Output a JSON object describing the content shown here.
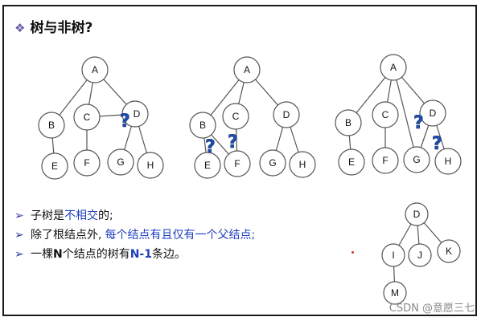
{
  "title": "树与非树?",
  "bullet_icon": "diamond-cluster-icon",
  "accent_color": "#1f3fbf",
  "question_color": "#1f4fb0",
  "bullets": [
    {
      "parts": [
        "子树是",
        "不相交",
        "的;"
      ]
    },
    {
      "parts": [
        "除了根结点外,",
        "每个结点有且仅有一个父结点",
        ";"
      ]
    },
    {
      "parts": [
        "一棵",
        "N",
        "个结点的树有",
        "N-1",
        "条边。"
      ]
    }
  ],
  "question_mark": "?",
  "watermark": "CSDN @意愿三七",
  "diagrams": {
    "graph1": {
      "A": "A",
      "B": "B",
      "C": "C",
      "D": "D",
      "E": "E",
      "F": "F",
      "G": "G",
      "H": "H"
    },
    "graph2": {
      "A": "A",
      "B": "B",
      "C": "C",
      "D": "D",
      "E": "E",
      "F": "F",
      "G": "G",
      "H": "H"
    },
    "graph3": {
      "A": "A",
      "B": "B",
      "C": "C",
      "D": "D",
      "E": "E",
      "F": "F",
      "G": "G",
      "H": "H"
    },
    "tree": {
      "D": "D",
      "I": "I",
      "J": "J",
      "K": "K",
      "M": "M"
    }
  }
}
